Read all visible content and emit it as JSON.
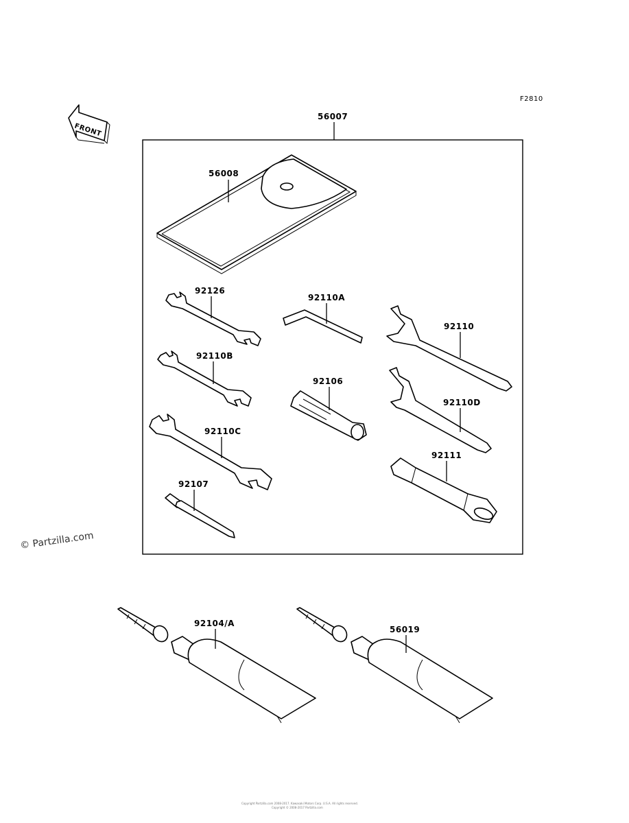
{
  "diagram": {
    "figure_code": "F2810",
    "front_label": "FRONT",
    "watermark": "© Partzilla.com",
    "kit": {
      "label": "56007"
    },
    "parts": [
      {
        "id": "pouch",
        "label": "56008"
      },
      {
        "id": "wrench-1",
        "label": "92126"
      },
      {
        "id": "wrench-2",
        "label": "92110B"
      },
      {
        "id": "wrench-3",
        "label": "92110C"
      },
      {
        "id": "screwdriver",
        "label": "92107"
      },
      {
        "id": "hex-key",
        "label": "92110A"
      },
      {
        "id": "socket-handle",
        "label": "92106"
      },
      {
        "id": "spanner-1",
        "label": "92110"
      },
      {
        "id": "spanner-2",
        "label": "92110D"
      },
      {
        "id": "extension",
        "label": "92111"
      },
      {
        "id": "tube-1",
        "label": "92104/A"
      },
      {
        "id": "tube-2",
        "label": "56019"
      }
    ],
    "footer_line_1": "Copyright Partzilla.com 2008-2017. Kawasaki Motors Corp. U.S.A. All rights reserved.",
    "footer_line_2": "Copyright © 2008-2017 Partzilla.com"
  }
}
